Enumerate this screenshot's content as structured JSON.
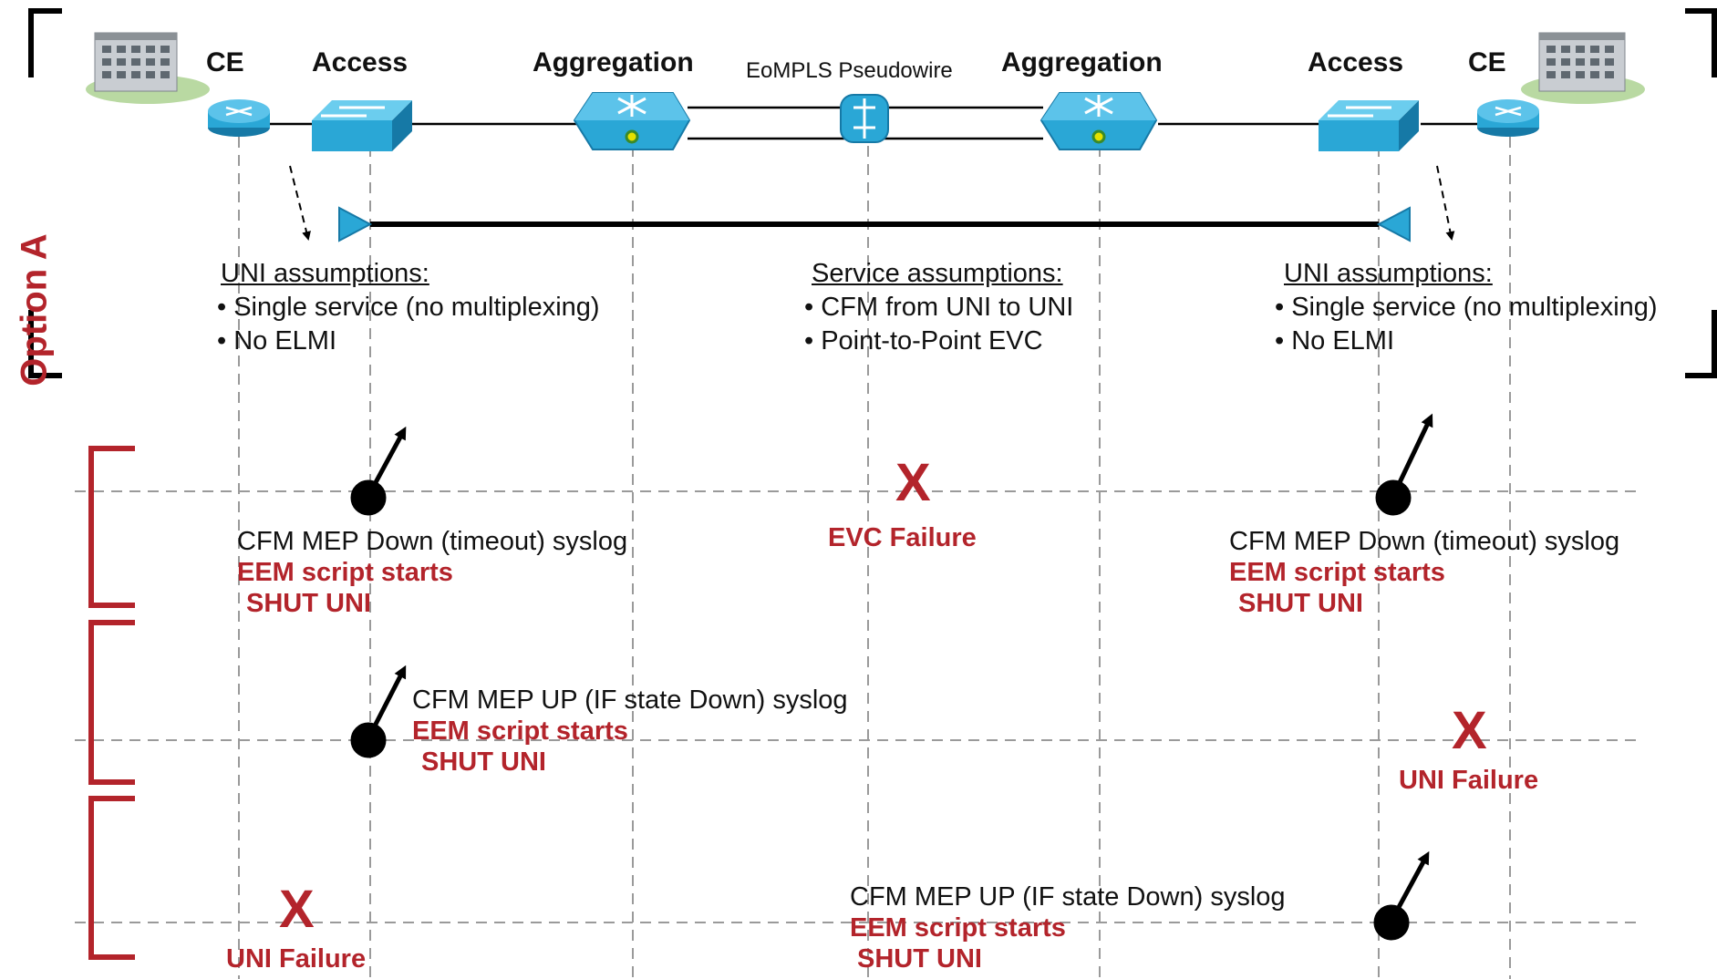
{
  "side_label": "Option A",
  "nodes": {
    "ce_left": "CE",
    "access_left": "Access",
    "aggregation_left": "Aggregation",
    "pseudowire": "EoMPLS Pseudowire",
    "aggregation_right": "Aggregation",
    "access_right": "Access",
    "ce_right": "CE"
  },
  "assumptions": {
    "uni_left": {
      "title": "UNI assumptions:",
      "items": [
        "• Single service (no multiplexing)",
        "• No ELMI"
      ]
    },
    "service": {
      "title": "Service assumptions:",
      "items": [
        "• CFM from UNI to UNI",
        "• Point-to-Point EVC"
      ]
    },
    "uni_right": {
      "title": "UNI assumptions:",
      "items": [
        "• Single service (no multiplexing)",
        "• No ELMI"
      ]
    }
  },
  "scenario1": {
    "left_syslog": "CFM MEP Down (timeout) syslog",
    "left_eem": "EEM script starts",
    "left_shut": "SHUT UNI",
    "failure_mark": "X",
    "failure_label": "EVC Failure",
    "right_syslog": "CFM MEP Down (timeout) syslog",
    "right_eem": "EEM script starts",
    "right_shut": "SHUT UNI"
  },
  "scenario2": {
    "syslog": "CFM MEP UP (IF state Down) syslog",
    "eem": "EEM script starts",
    "shut": "SHUT UNI",
    "failure_mark": "X",
    "failure_label": "UNI Failure"
  },
  "scenario3": {
    "failure_mark": "X",
    "failure_label": "UNI Failure",
    "syslog": "CFM MEP UP (IF state Down) syslog",
    "eem": "EEM script starts",
    "shut": "SHUT UNI"
  },
  "colors": {
    "accent_red": "#b3242b",
    "device_blue": "#2aa7d6",
    "device_dark": "#1679a6",
    "line": "#000000",
    "dashed": "#999999"
  }
}
